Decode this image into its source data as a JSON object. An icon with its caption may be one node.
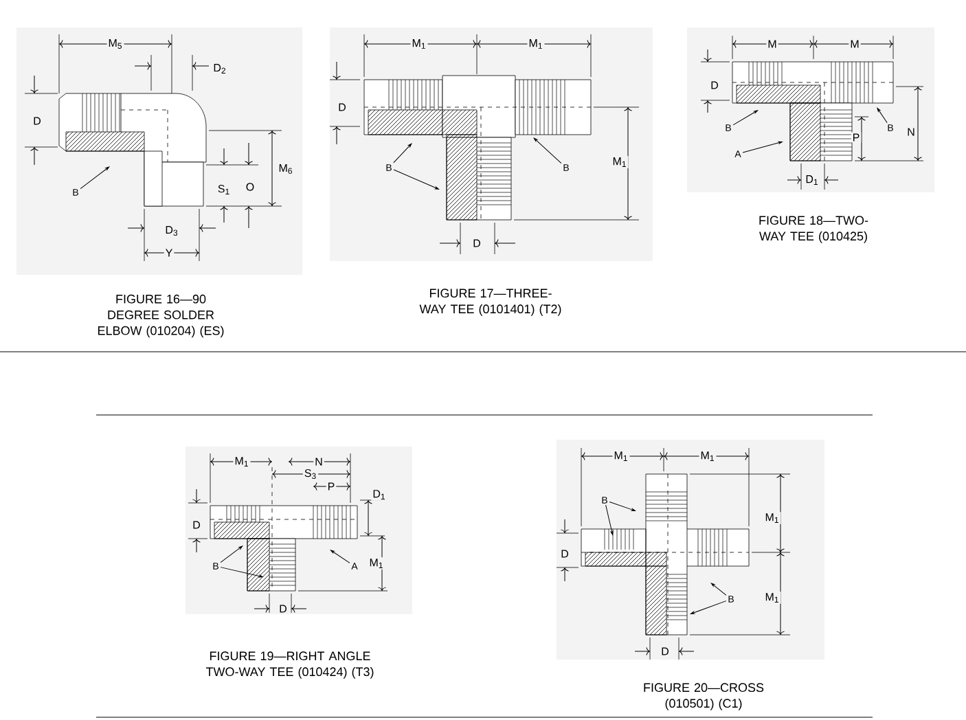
{
  "diagram": {
    "nodes": [
      {
        "text": [
          "B"
        ]
      },
      {
        "text": [
          "B"
        ]
      },
      {
        "text": [
          "B"
        ]
      },
      {
        "text": [
          "B"
        ]
      },
      {
        "text": [
          "A"
        ]
      },
      {
        "text": [
          "B"
        ]
      },
      {
        "text": [
          "B"
        ]
      },
      {
        "text": [
          "A"
        ]
      },
      {
        "text": [
          "B"
        ]
      },
      {
        "text": [
          "B"
        ]
      }
    ],
    "edges": [
      {
        "from": 0,
        "to": null,
        "arrow": "to"
      },
      {
        "from": 1,
        "to": null,
        "arrow": "to"
      },
      {
        "from": 1,
        "to": null,
        "arrow": "to"
      },
      {
        "from": 2,
        "to": null,
        "arrow": "to"
      },
      {
        "from": 3,
        "to": null,
        "arrow": "to"
      },
      {
        "from": 4,
        "to": null,
        "arrow": "to"
      },
      {
        "from": 5,
        "to": null,
        "arrow": "to"
      },
      {
        "from": 6,
        "to": null,
        "arrow": "to"
      },
      {
        "from": 6,
        "to": null,
        "arrow": "to"
      },
      {
        "from": 7,
        "to": null,
        "arrow": "to"
      },
      {
        "from": 8,
        "to": null,
        "arrow": "to"
      },
      {
        "from": 8,
        "to": null,
        "arrow": "to"
      },
      {
        "from": 9,
        "to": null,
        "arrow": "to"
      },
      {
        "from": 9,
        "to": null,
        "arrow": "to"
      }
    ],
    "labels": [
      "M$_{5}$",
      "D$_{2}$",
      "D",
      "M$_{6}$",
      "S$_{1}$",
      "O",
      "D$_{3}$",
      "Y",
      "FIGURE 16—90 DEGREE SOLDER ELBOW (010204) (ES)",
      "M$_{1}$",
      "M$_{1}$",
      "D",
      "M$_{1}$",
      "D",
      "FIGURE 17—THREE-WAY TEE (0101401) (T2)",
      "M",
      "M",
      "D",
      "N",
      "P",
      "D$_{1}$",
      "FIGURE 18—TWO-WAY TEE (010425)",
      "M$_{1}$",
      "N",
      "S$_{3}$",
      "P",
      "D$_{1}$",
      "D",
      "M$_{1}$",
      "D",
      "FIGURE 19—RIGHT ANGLE TWO-WAY TEE (010424) (T3)",
      "M$_{1}$",
      "M$_{1}$",
      "D",
      "M$_{1}$",
      "M$_{1}$",
      "D",
      "FIGURE 20—CROSS (010501) (C1)"
    ]
  }
}
